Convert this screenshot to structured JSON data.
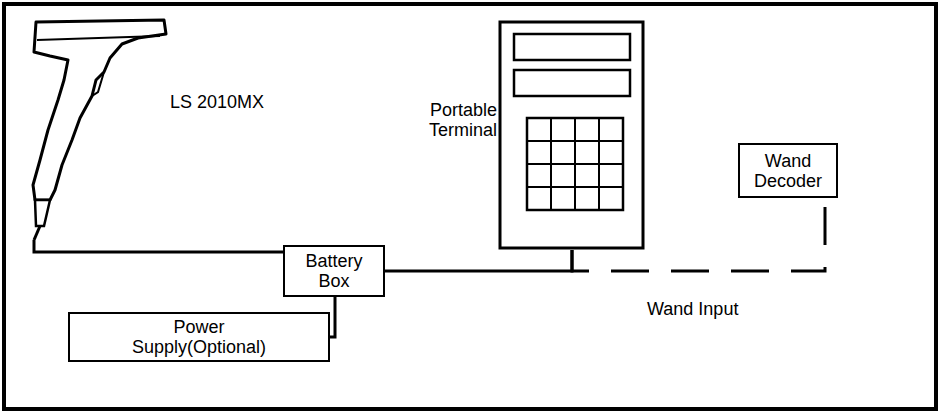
{
  "diagram": {
    "nodes": [
      {
        "text": [
          "LS 2010MX"
        ]
      },
      {
        "text": [
          "Portable Terminal"
        ]
      },
      {
        "text": [
          "Battery Box"
        ]
      },
      {
        "text": [
          "Wand Decoder"
        ]
      },
      {
        "text": [
          "Power Supply(Optional)"
        ]
      }
    ],
    "edges": [
      {
        "from": 0,
        "to": 2,
        "arrow": "none"
      },
      {
        "from": 2,
        "to": 1,
        "arrow": "none"
      },
      {
        "from": 2,
        "to": 4,
        "arrow": "none"
      },
      {
        "from": 1,
        "to": 3,
        "arrow": "none",
        "label": "Wand Input"
      }
    ]
  }
}
